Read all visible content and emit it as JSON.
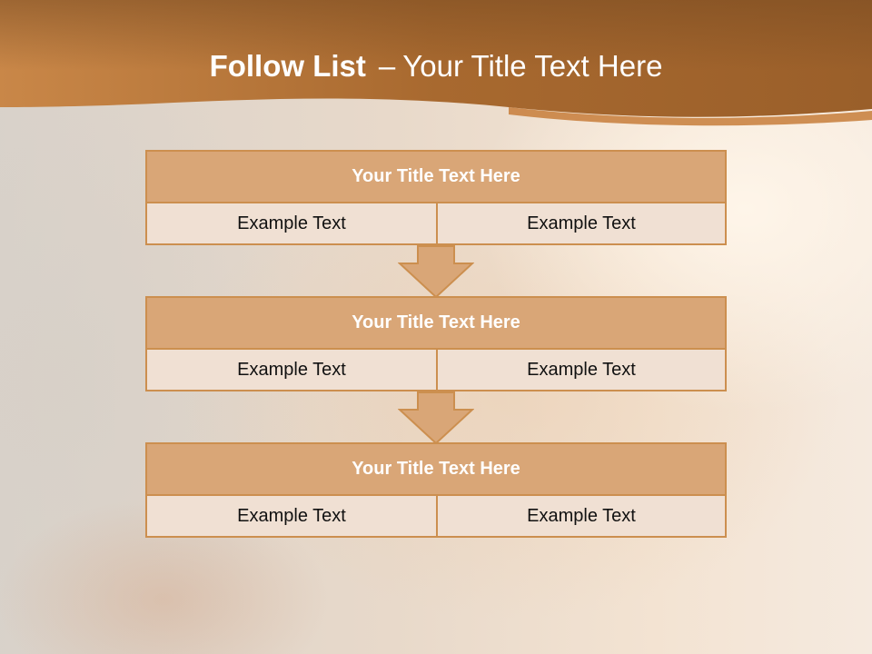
{
  "slide": {
    "title_bold": "Follow List",
    "title_separator": "–",
    "title_rest": "Your Title Text Here",
    "colors": {
      "header_dark": "#8a5a2c",
      "header_accent": "#c77c3a",
      "box_border": "#cc8f4f",
      "box_title_fill": "#d9a677",
      "box_cell_fill": "#f0e0d3"
    },
    "blocks": [
      {
        "title": "Your Title Text Here",
        "left": "Example Text",
        "right": "Example Text"
      },
      {
        "title": "Your Title Text Here",
        "left": "Example Text",
        "right": "Example Text"
      },
      {
        "title": "Your Title Text Here",
        "left": "Example Text",
        "right": "Example Text"
      }
    ],
    "arrows": [
      "arrow-down-icon",
      "arrow-down-icon"
    ]
  }
}
